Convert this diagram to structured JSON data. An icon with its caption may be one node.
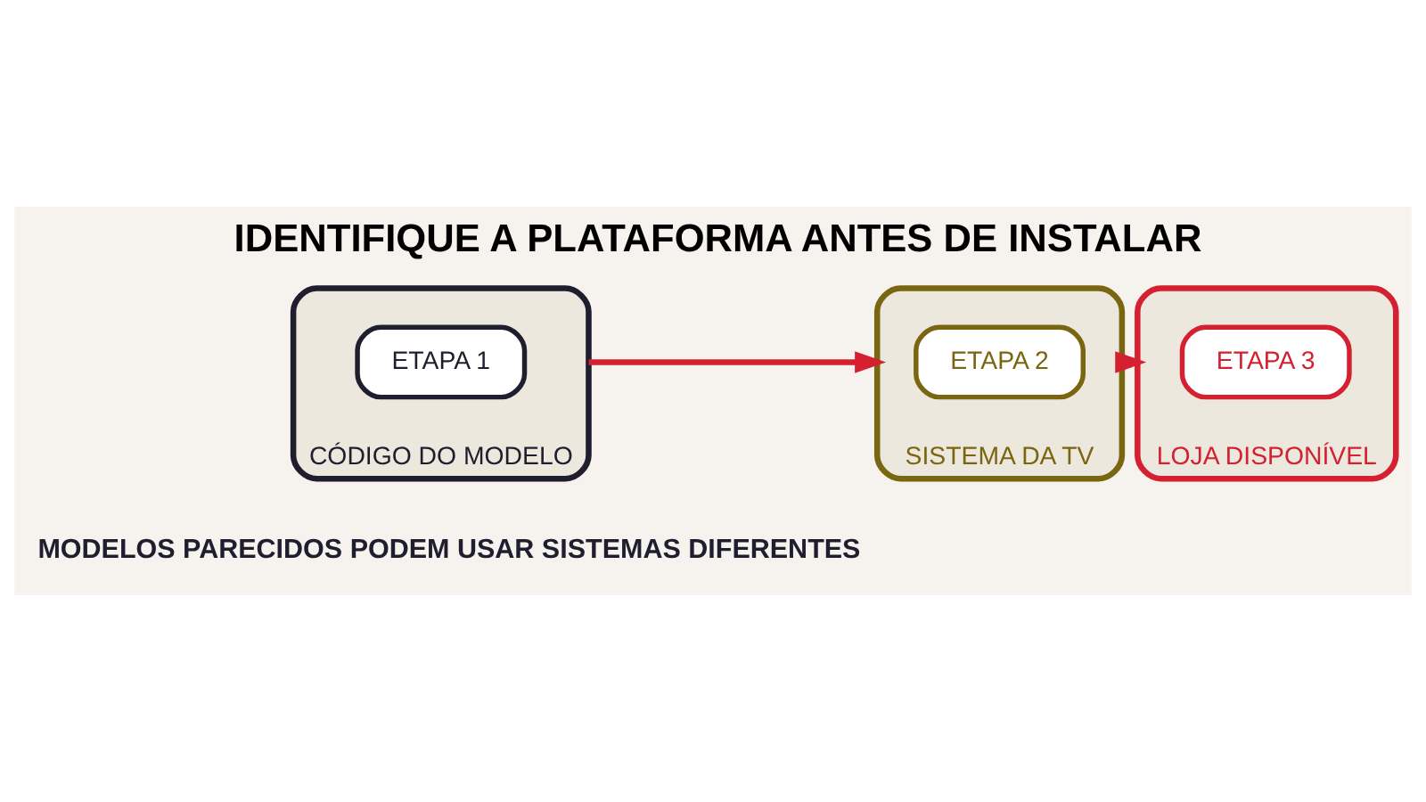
{
  "diagram": {
    "title": "IDENTIFIQUE A PLATAFORMA ANTES DE INSTALAR",
    "nodes": [
      {
        "text": [
          "CÓDIGO DO MODELO"
        ]
      },
      {
        "text": [
          "ETAPA 1"
        ],
        "in": 0
      },
      {
        "text": [
          "SISTEMA DA TV"
        ]
      },
      {
        "text": [
          "ETAPA 2"
        ],
        "in": 2
      },
      {
        "text": [
          "LOJA DISPONÍVEL"
        ]
      },
      {
        "text": [
          "ETAPA 3"
        ],
        "in": 4
      }
    ],
    "edges": [
      {
        "from": 0,
        "to": 2,
        "arrow": "to",
        "color": "#d42030"
      },
      {
        "from": 2,
        "to": 4,
        "arrow": "to",
        "color": "#d42030"
      }
    ],
    "labels": [
      "MODELOS PARECIDOS PODEM USAR SISTEMAS DIFERENTES"
    ]
  }
}
